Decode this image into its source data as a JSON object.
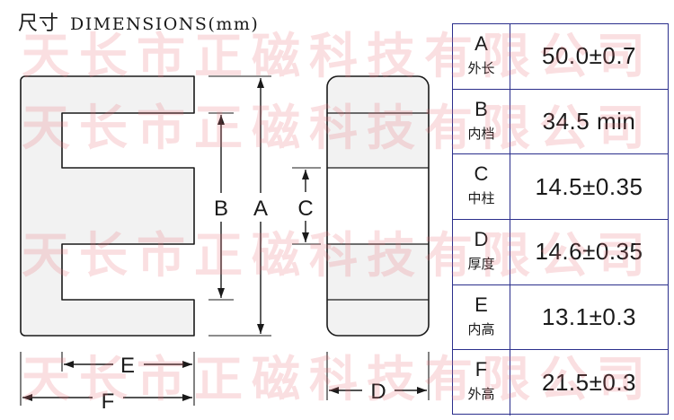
{
  "heading": {
    "cn": "尺寸",
    "en": "DIMENSIONS(mm)"
  },
  "watermark": {
    "text": "天长市正磁科技有限公司",
    "color": "#e66e78"
  },
  "diagram": {
    "labels": {
      "A": "A",
      "B": "B",
      "C": "C",
      "D": "D",
      "E": "E",
      "F": "F"
    },
    "core_fill": "#f2f2f2",
    "line_color": "#1a1a1a"
  },
  "table": {
    "border_color": "#2b2f8c",
    "rows": [
      {
        "letter": "A",
        "name": "外长",
        "value": "50.0±0.7"
      },
      {
        "letter": "B",
        "name": "内档",
        "value": "34.5 min"
      },
      {
        "letter": "C",
        "name": "中柱",
        "value": "14.5±0.35"
      },
      {
        "letter": "D",
        "name": "厚度",
        "value": "14.6±0.35"
      },
      {
        "letter": "E",
        "name": "内高",
        "value": "13.1±0.3"
      },
      {
        "letter": "F",
        "name": "外高",
        "value": "21.5±0.3"
      }
    ]
  }
}
